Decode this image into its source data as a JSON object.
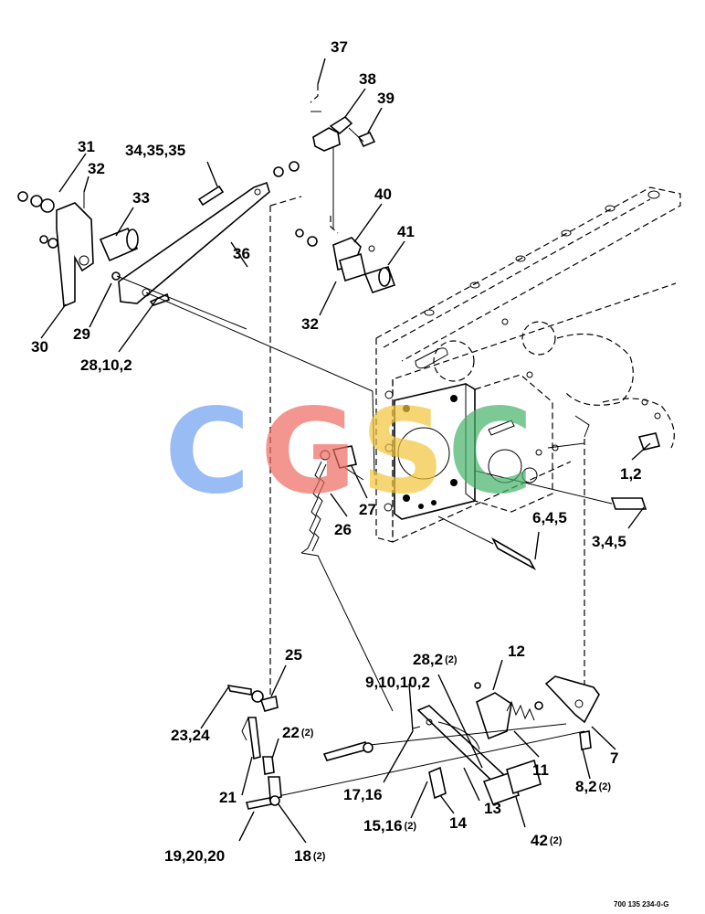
{
  "callouts": [
    {
      "id": "c37",
      "text": "37",
      "sup": ""
    },
    {
      "id": "c38",
      "text": "38",
      "sup": ""
    },
    {
      "id": "c39",
      "text": "39",
      "sup": ""
    },
    {
      "id": "c31",
      "text": "31",
      "sup": ""
    },
    {
      "id": "c32a",
      "text": "32",
      "sup": ""
    },
    {
      "id": "c343535",
      "text": "34,35,35",
      "sup": ""
    },
    {
      "id": "c33",
      "text": "33",
      "sup": ""
    },
    {
      "id": "c40",
      "text": "40",
      "sup": ""
    },
    {
      "id": "c41",
      "text": "41",
      "sup": ""
    },
    {
      "id": "c36",
      "text": "36",
      "sup": ""
    },
    {
      "id": "c32b",
      "text": "32",
      "sup": ""
    },
    {
      "id": "c30",
      "text": "30",
      "sup": ""
    },
    {
      "id": "c29",
      "text": "29",
      "sup": ""
    },
    {
      "id": "c28102",
      "text": "28,10,2",
      "sup": ""
    },
    {
      "id": "c12a",
      "text": "1,2",
      "sup": ""
    },
    {
      "id": "c27",
      "text": "27",
      "sup": ""
    },
    {
      "id": "c26",
      "text": "26",
      "sup": ""
    },
    {
      "id": "c645",
      "text": "6,4,5",
      "sup": ""
    },
    {
      "id": "c345",
      "text": "3,4,5",
      "sup": ""
    },
    {
      "id": "c25",
      "text": "25",
      "sup": ""
    },
    {
      "id": "c282",
      "text": "28,2",
      "sup": "(2)"
    },
    {
      "id": "c12",
      "text": "12",
      "sup": ""
    },
    {
      "id": "c910102",
      "text": "9,10,10,2",
      "sup": ""
    },
    {
      "id": "c2324",
      "text": "23,24",
      "sup": ""
    },
    {
      "id": "c22",
      "text": "22",
      "sup": "(2)"
    },
    {
      "id": "c7",
      "text": "7",
      "sup": ""
    },
    {
      "id": "c11",
      "text": "11",
      "sup": ""
    },
    {
      "id": "c1716",
      "text": "17,16",
      "sup": ""
    },
    {
      "id": "c21",
      "text": "21",
      "sup": ""
    },
    {
      "id": "c82",
      "text": "8,2",
      "sup": "(2)"
    },
    {
      "id": "c13",
      "text": "13",
      "sup": ""
    },
    {
      "id": "c1516",
      "text": "15,16",
      "sup": "(2)"
    },
    {
      "id": "c14",
      "text": "14",
      "sup": ""
    },
    {
      "id": "c192020",
      "text": "19,20,20",
      "sup": ""
    },
    {
      "id": "c18",
      "text": "18",
      "sup": "(2)"
    },
    {
      "id": "c42",
      "text": "42",
      "sup": "(2)"
    }
  ],
  "drawing_code": "700 135 234-0-G",
  "watermark": {
    "letters": [
      "C",
      "G",
      "S",
      "C"
    ],
    "colors": [
      "#6fa0f0",
      "#ee6a60",
      "#f3c53a",
      "#45b36b"
    ]
  }
}
